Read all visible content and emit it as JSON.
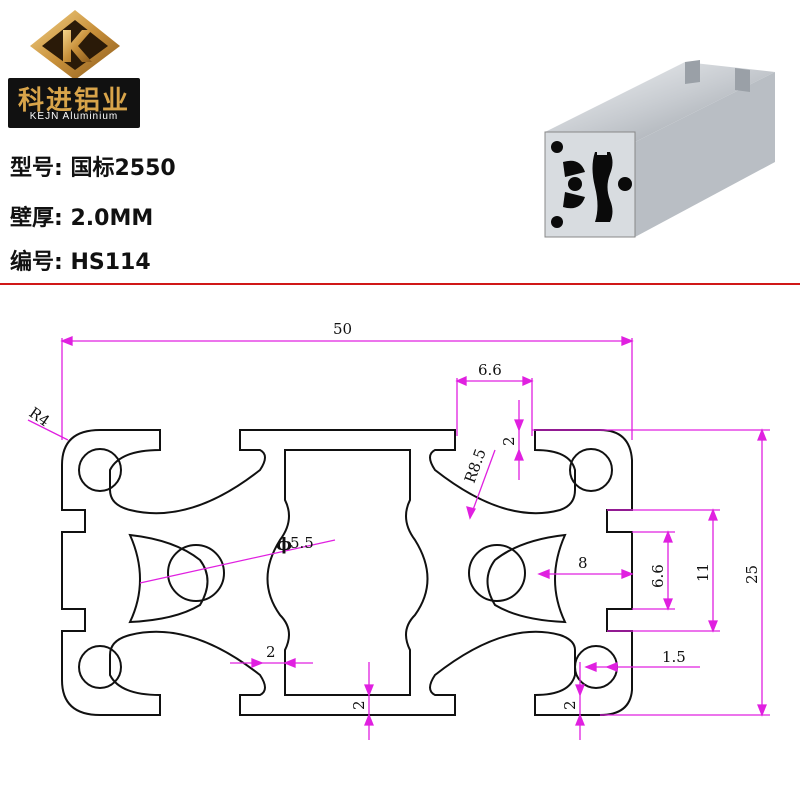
{
  "brand": {
    "name_cn": "科进铝业",
    "name_en": "KEJN Aluminium",
    "colors": {
      "gold": "#d8a44a",
      "dark": "#111111"
    }
  },
  "specs": [
    {
      "label": "型号:",
      "value": "国标2550"
    },
    {
      "label": "壁厚:",
      "value": "2.0MM"
    },
    {
      "label": "编号:",
      "value": "HS114"
    }
  ],
  "dimensions": {
    "width": "50",
    "height": "25",
    "radius_corner": "R4",
    "radius_inner": "R8.5",
    "hole": "5.5",
    "slot_top": "6.6",
    "lip_top": "2",
    "slot_depth": "8",
    "slot_opening": "6.6",
    "slot_width": "11",
    "lip_right": "1.5",
    "wall_bottom": "2",
    "wall_corner": "2",
    "wall_web": "2"
  },
  "colors": {
    "dimension": "#e020e0",
    "outline": "#111111",
    "rule": "#d01818"
  }
}
